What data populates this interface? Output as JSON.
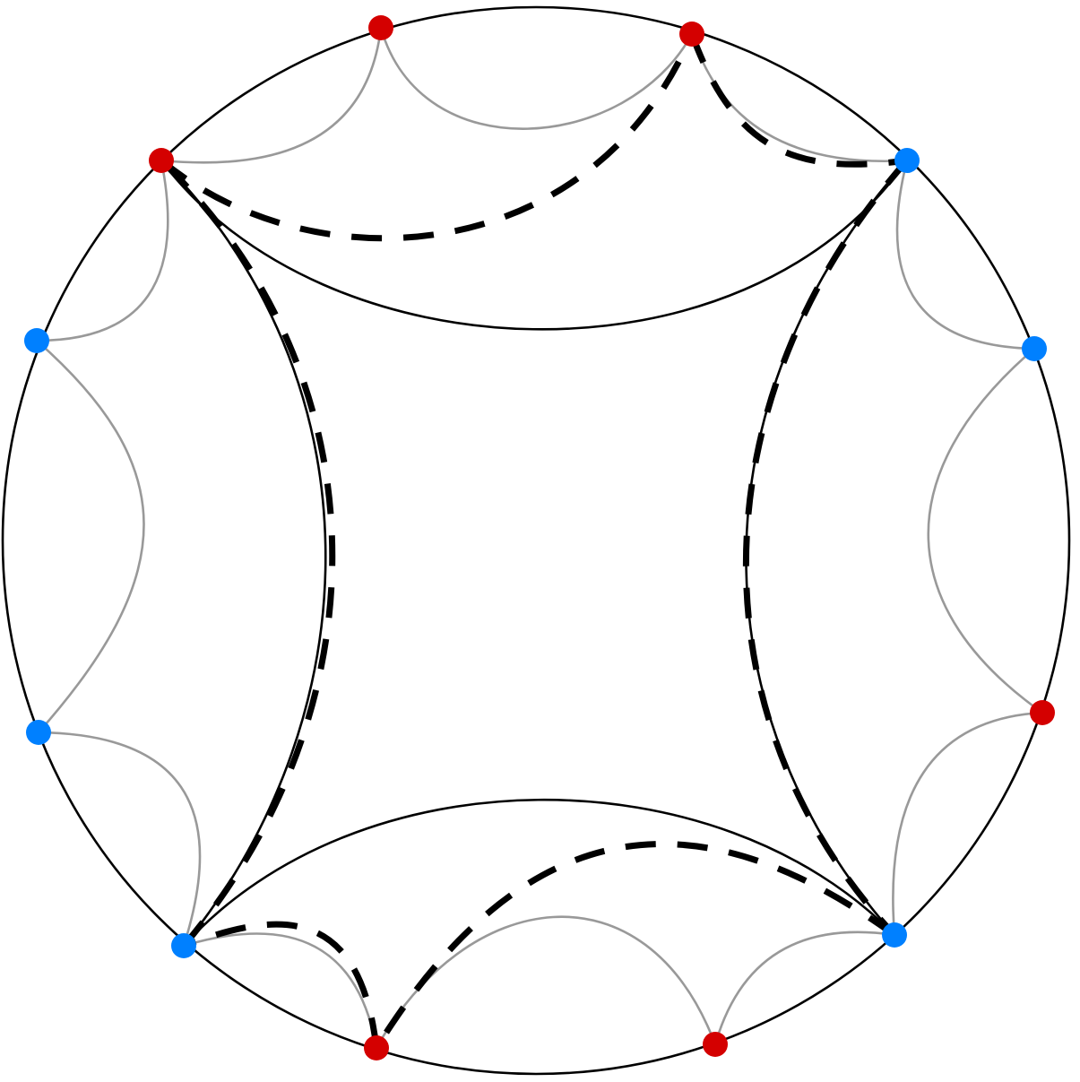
{
  "diagram": {
    "kind": "hyperbolic-disk-polygon",
    "colors": {
      "background": "#ffffff",
      "boundary_circle": "#000000",
      "solid_arc": "#000000",
      "thin_arc": "#999999",
      "dashed_arc": "#000000",
      "red_vertex": "#d40000",
      "blue_vertex": "#0080ff"
    },
    "vertex_colors": [
      "red",
      "red",
      "blue",
      "blue",
      "blue",
      "red",
      "red",
      "red",
      "blue",
      "blue",
      "blue",
      "red"
    ],
    "counts": {
      "red_vertices": 6,
      "blue_vertices": 6,
      "solid_black_arcs": 4,
      "dashed_arcs": 6,
      "thin_gray_arcs": 12
    }
  }
}
